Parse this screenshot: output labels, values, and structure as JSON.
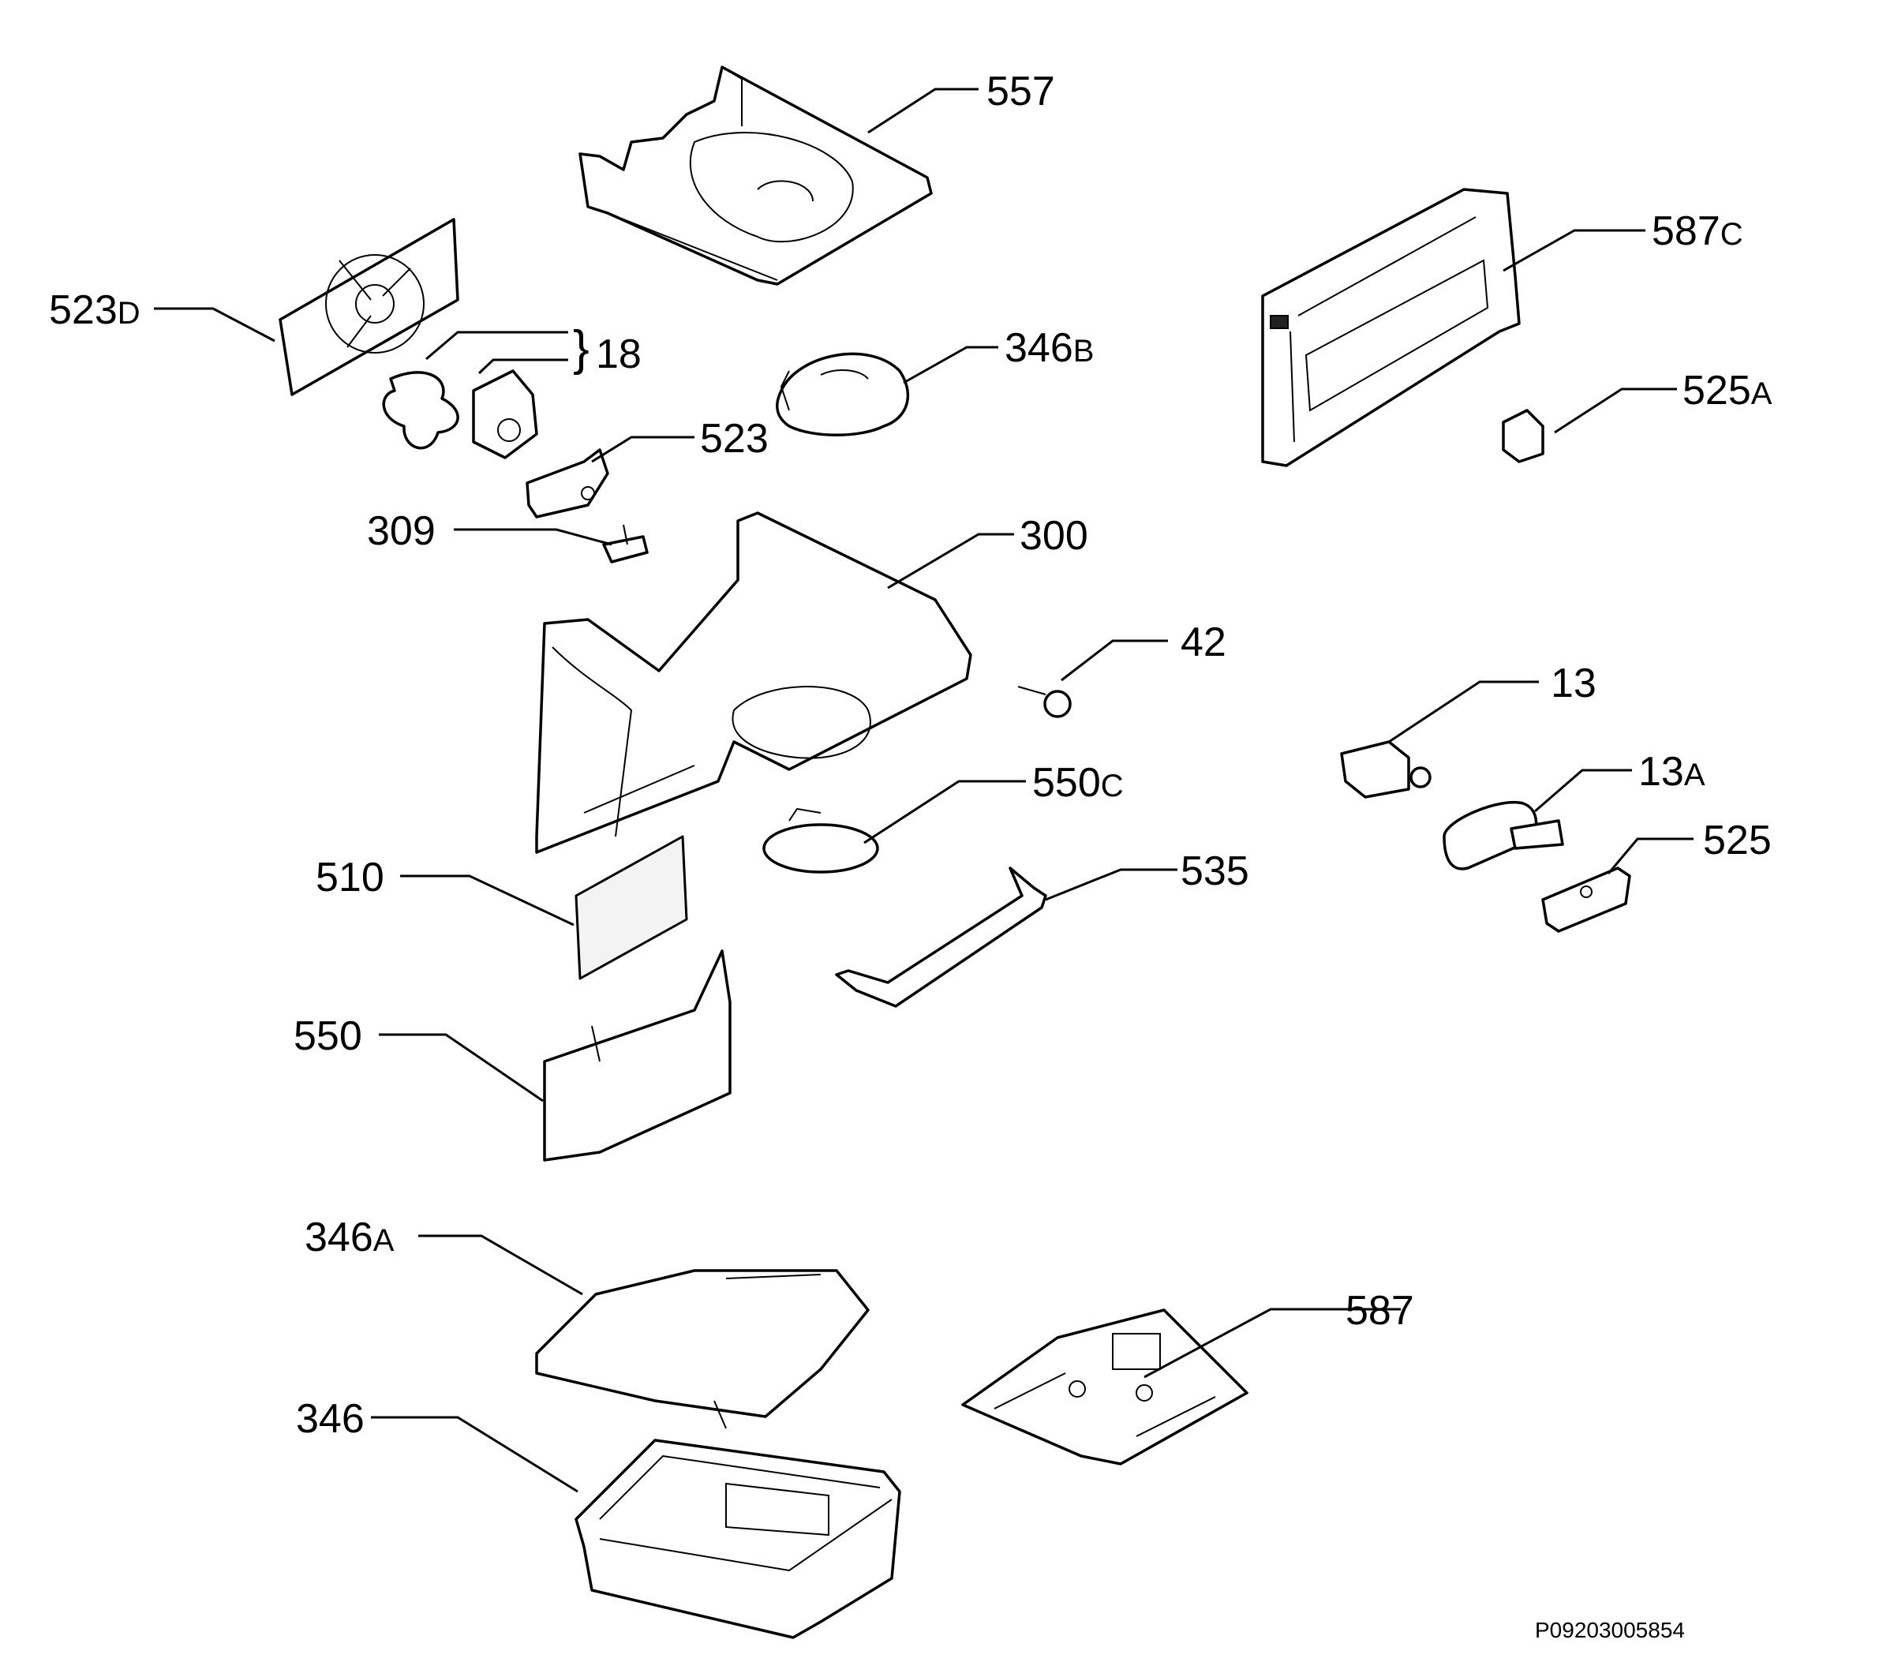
{
  "drawing_code": "P09203005854",
  "callouts": {
    "c557": {
      "num": "557",
      "suffix": ""
    },
    "c587c": {
      "num": "587",
      "suffix": "C"
    },
    "c523d": {
      "num": "523",
      "suffix": "D"
    },
    "c18": {
      "num": "18",
      "suffix": ""
    },
    "c346b": {
      "num": "346",
      "suffix": "B"
    },
    "c525a": {
      "num": "525",
      "suffix": "A"
    },
    "c523": {
      "num": "523",
      "suffix": ""
    },
    "c309": {
      "num": "309",
      "suffix": ""
    },
    "c300": {
      "num": "300",
      "suffix": ""
    },
    "c42": {
      "num": "42",
      "suffix": ""
    },
    "c13": {
      "num": "13",
      "suffix": ""
    },
    "c13a": {
      "num": "13",
      "suffix": "A"
    },
    "c550c": {
      "num": "550",
      "suffix": "C"
    },
    "c525": {
      "num": "525",
      "suffix": ""
    },
    "c510": {
      "num": "510",
      "suffix": ""
    },
    "c535": {
      "num": "535",
      "suffix": ""
    },
    "c550": {
      "num": "550",
      "suffix": ""
    },
    "c346a": {
      "num": "346",
      "suffix": "A"
    },
    "c587": {
      "num": "587",
      "suffix": ""
    },
    "c346": {
      "num": "346",
      "suffix": ""
    }
  }
}
